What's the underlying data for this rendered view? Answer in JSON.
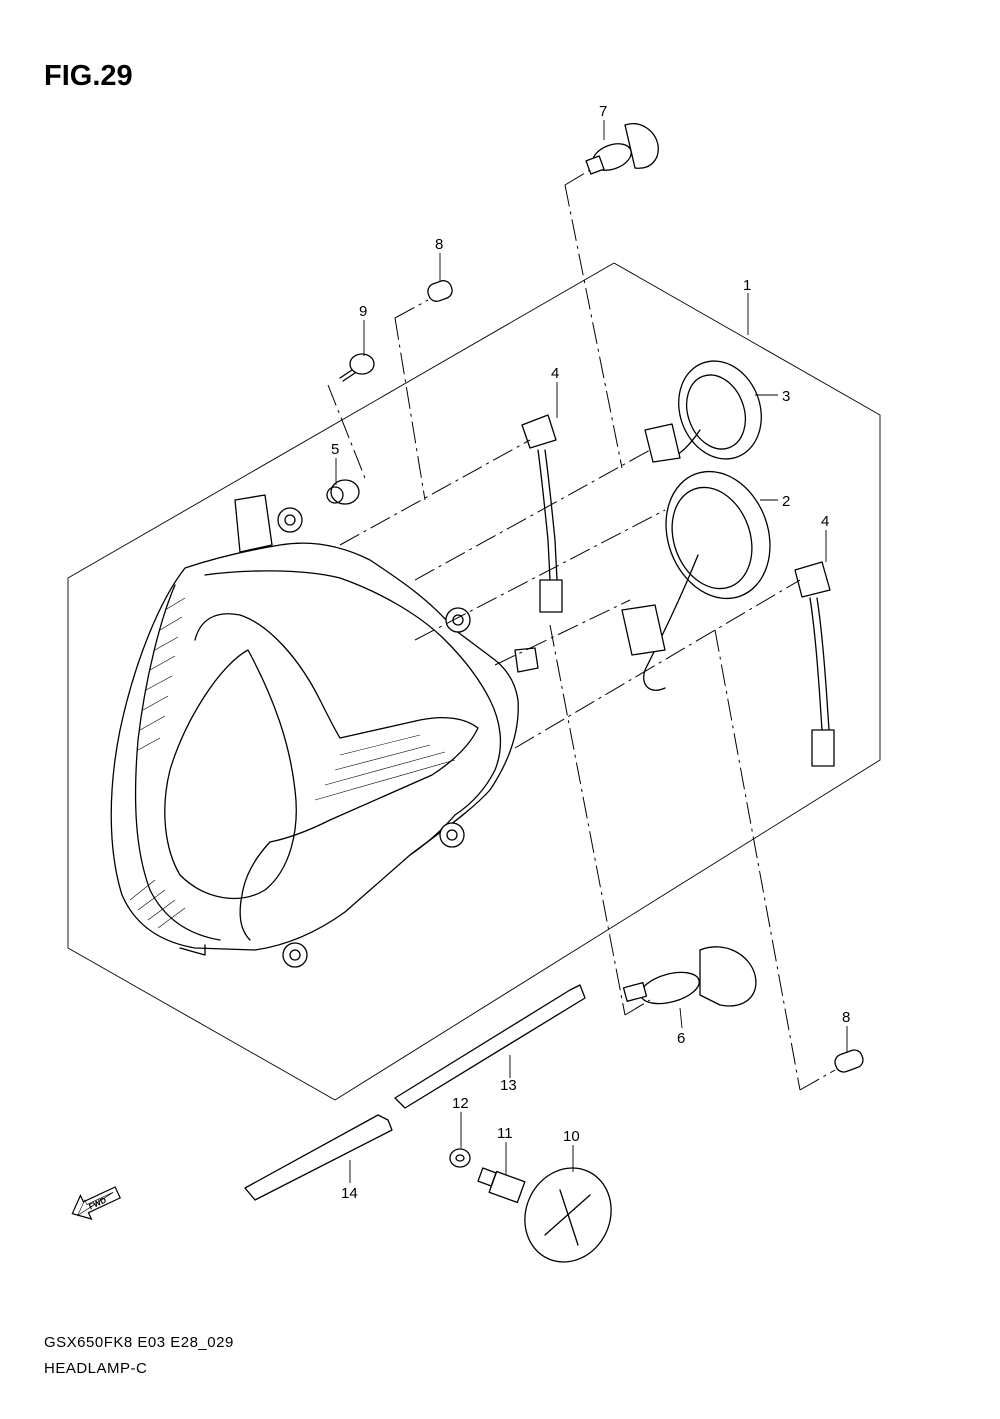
{
  "figure": {
    "title": "FIG.29",
    "model_code": "GSX650FK8 E03 E28_029",
    "part_group": "HEADLAMP-C",
    "fwd_label": "FWD"
  },
  "callouts": {
    "c1": "1",
    "c2": "2",
    "c3": "3",
    "c4a": "4",
    "c4b": "4",
    "c5": "5",
    "c6": "6",
    "c7": "7",
    "c8a": "8",
    "c8b": "8",
    "c9": "9",
    "c10": "10",
    "c11": "11",
    "c12": "12",
    "c13": "13",
    "c14": "14"
  }
}
